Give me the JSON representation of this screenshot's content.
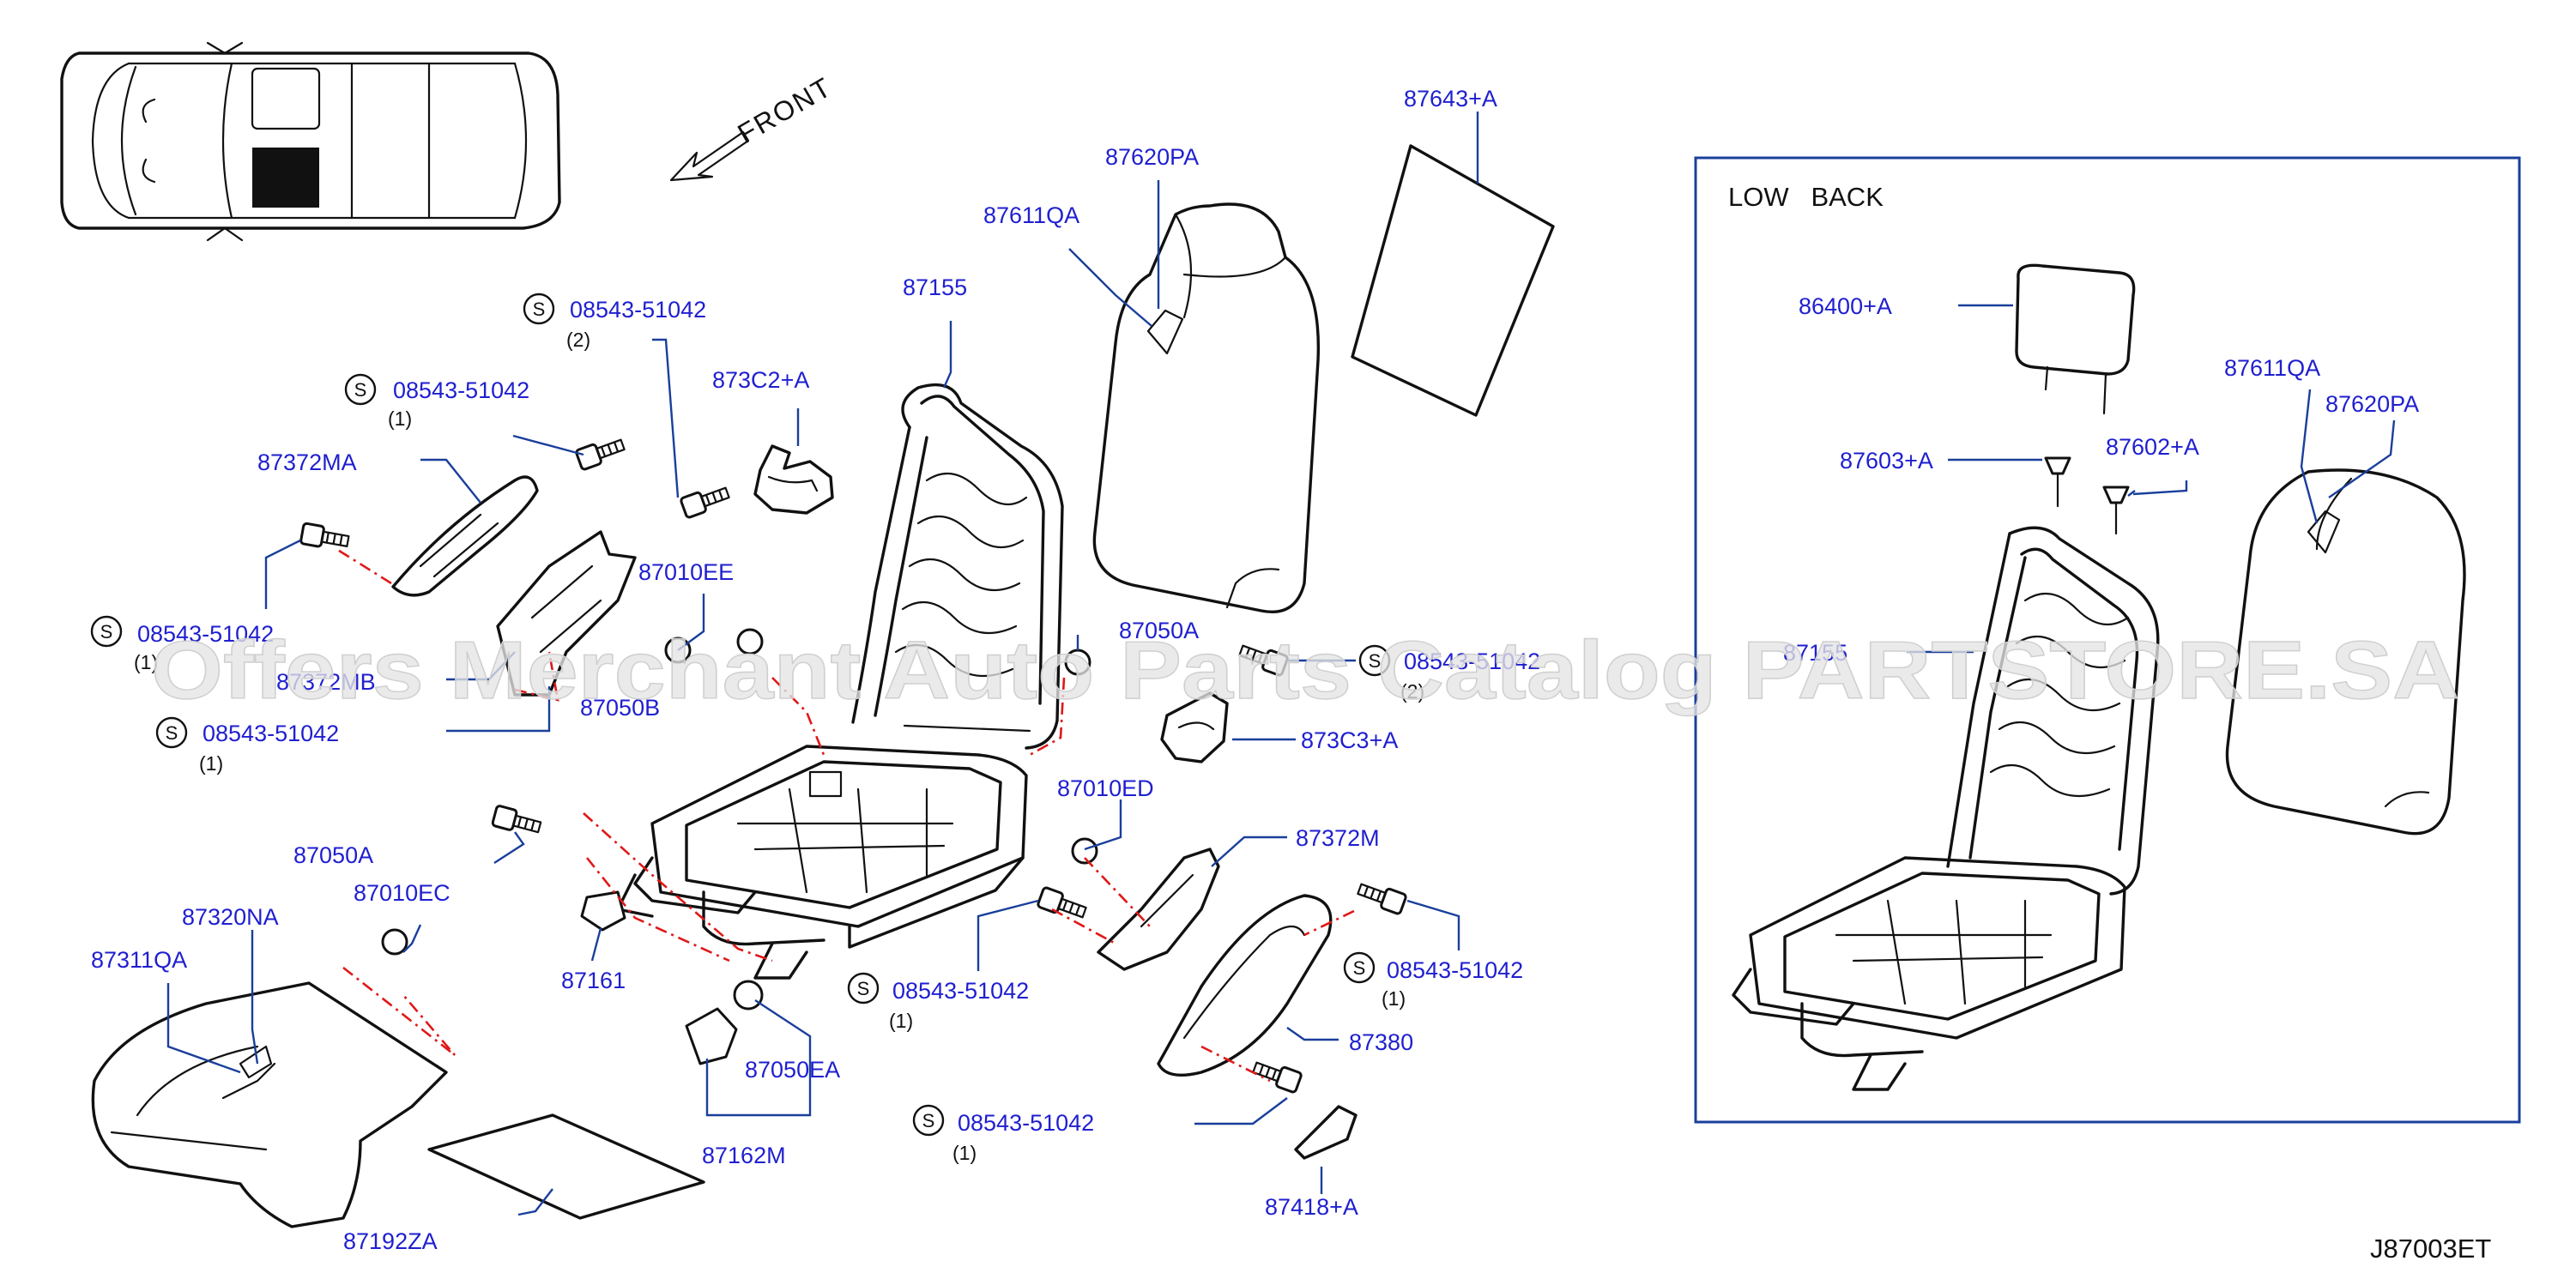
{
  "diagram_code": "J87003ET",
  "front_label": "FRONT",
  "low_back_label": "LOW   BACK",
  "watermark": "Offers Merchant Auto Parts Catalog PARTSTORE.SA",
  "s_marker": "S",
  "labels": {
    "p87643A": "87643+A",
    "p87620PA": "87620PA",
    "p87611QA": "87611QA",
    "p87155": "87155",
    "bolt_top": "08543-51042",
    "bolt_top_qty": "(2)",
    "p873C2A": "873C2+A",
    "bolt_left": "08543-51042",
    "bolt_left_qty": "(1)",
    "p87372MA": "87372MA",
    "p87010EE": "87010EE",
    "bolt_mid_left": "08543-51042",
    "bolt_mid_left_qty": "(1)",
    "p87372MB": "87372MB",
    "p87050B": "87050B",
    "bolt_lower_left": "08543-51042",
    "bolt_lower_left_qty": "(1)",
    "p87050": "87050A",
    "bolt_right": "08543-51042",
    "bolt_right_qty": "(2)",
    "p873C3A": "873C3+A",
    "p87010ED": "87010ED",
    "p87372M": "87372M",
    "p87050A": "87050A",
    "p87010EC": "87010EC",
    "p87320NA": "87320NA",
    "p87311QA": "87311QA",
    "p87161": "87161",
    "bolt_center": "08543-51042",
    "bolt_center_qty": "(1)",
    "bolt_rr": "08543-51042",
    "bolt_rr_qty": "(1)",
    "p87380": "87380",
    "p87050EA": "87050EA",
    "p87162M": "87162M",
    "bolt_bottom": "08543-51042",
    "bolt_bottom_qty": "(1)",
    "p87418A": "87418+A",
    "p87192ZA": "87192ZA",
    "lb_86400A": "86400+A",
    "lb_87611QA": "87611QA",
    "lb_87620PA": "87620PA",
    "lb_87603A": "87603+A",
    "lb_87602A": "87602+A",
    "lb_87155": "87155"
  }
}
